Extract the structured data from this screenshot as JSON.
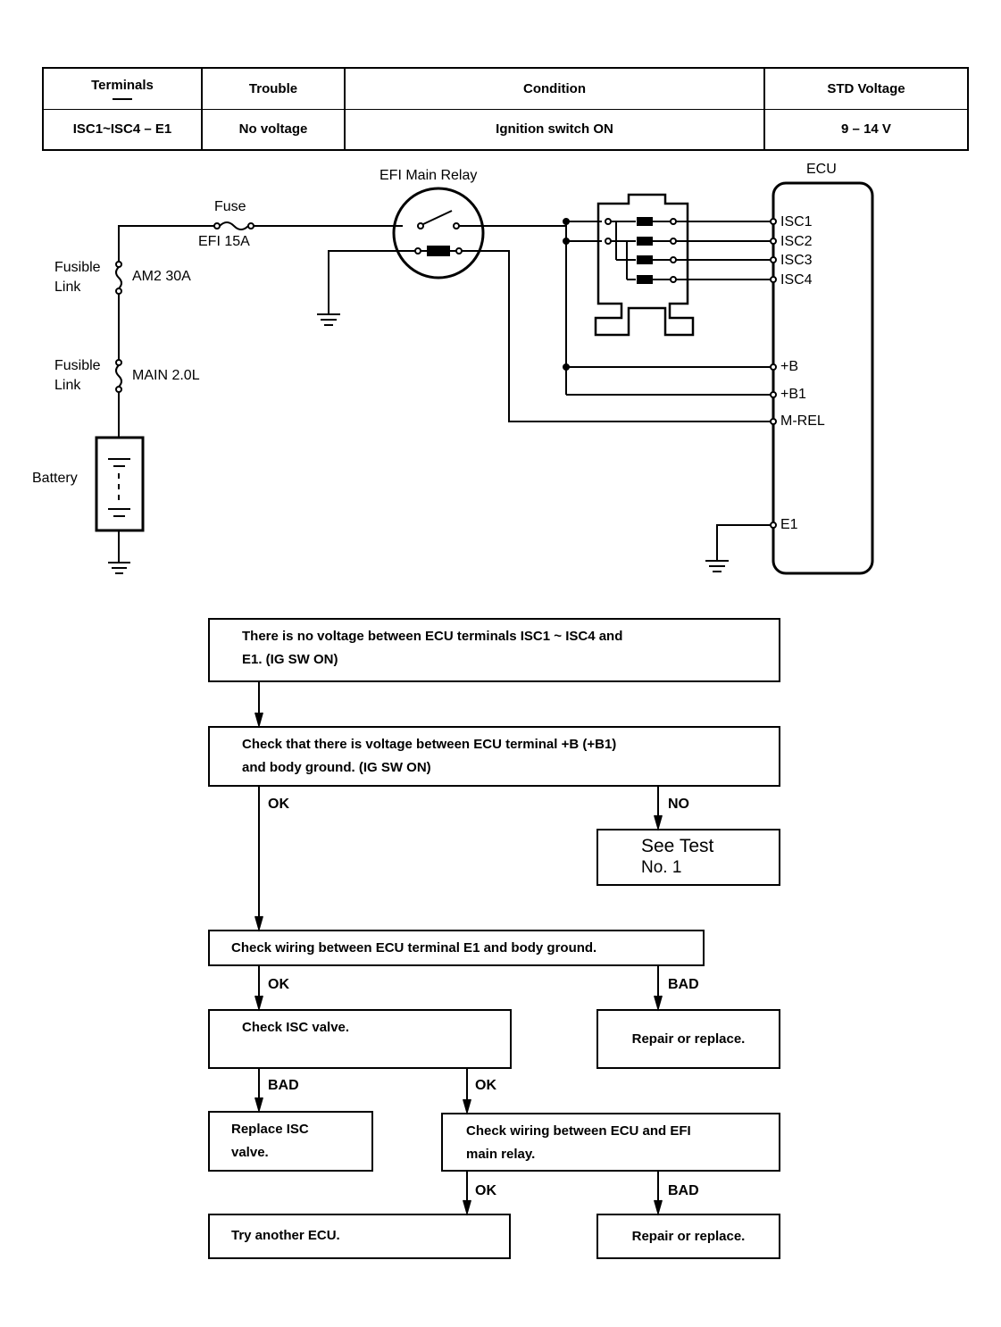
{
  "spec_table": {
    "headers": [
      "Terminals",
      "Trouble",
      "Condition",
      "STD Voltage"
    ],
    "row": [
      "ISC1~ISC4 – E1",
      "No voltage",
      "Ignition switch ON",
      "9 – 14 V"
    ]
  },
  "schematic": {
    "fuse_label": "Fuse",
    "fuse_rating": "EFI 15A",
    "relay_label": "EFI Main Relay",
    "ecu_label": "ECU",
    "fusible_link_1": [
      "Fusible",
      "Link"
    ],
    "fusible_link_1_rating": "AM2 30A",
    "fusible_link_2": [
      "Fusible",
      "Link"
    ],
    "fusible_link_2_rating": "MAIN 2.0L",
    "battery_label": "Battery",
    "ecu_terminals": [
      "ISC1",
      "ISC2",
      "ISC3",
      "ISC4",
      "+B",
      "+B1",
      "M-REL",
      "E1"
    ]
  },
  "flowchart": {
    "step1": [
      "There is no voltage between ECU terminals ISC1 ~ ISC4 and",
      "E1.  (IG SW ON)"
    ],
    "step2": [
      "Check that there is voltage between ECU terminal +B (+B1)",
      "and body ground.  (IG SW ON)"
    ],
    "step2_ok": "OK",
    "step2_no": "NO",
    "see_test": [
      "See Test",
      "No. 1"
    ],
    "step3": "Check wiring between ECU terminal E1 and body ground.",
    "step3_ok": "OK",
    "step3_bad": "BAD",
    "repair1": "Repair or replace.",
    "step4": "Check ISC valve.",
    "step4_bad": "BAD",
    "step4_ok": "OK",
    "replace_isc": [
      "Replace ISC",
      "valve."
    ],
    "step5": [
      "Check wiring between ECU and EFI",
      "main relay."
    ],
    "step5_ok": "OK",
    "step5_bad": "BAD",
    "try_ecu": "Try another ECU.",
    "repair2": "Repair or replace."
  }
}
